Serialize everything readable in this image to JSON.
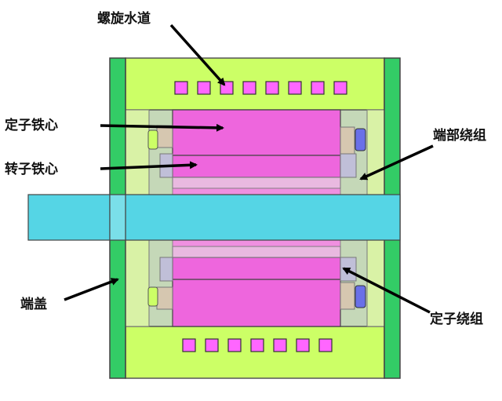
{
  "labels": {
    "spiral_channel": "螺旋水道",
    "stator_core": "定子铁心",
    "rotor_core": "转子铁心",
    "end_winding": "端部绕组",
    "end_cover": "端盖",
    "stator_winding": "定子绕组"
  },
  "colors": {
    "housing": "#ccff66",
    "end_cover": "#33cc66",
    "shaft": "#55d5e5",
    "core": "#ee66dd",
    "channel": "#ff66ff",
    "cavity": "#c5d8b8",
    "winding_blue": "#6a70e8",
    "spacer": "#d6c7b0",
    "arrow": "#000000"
  }
}
